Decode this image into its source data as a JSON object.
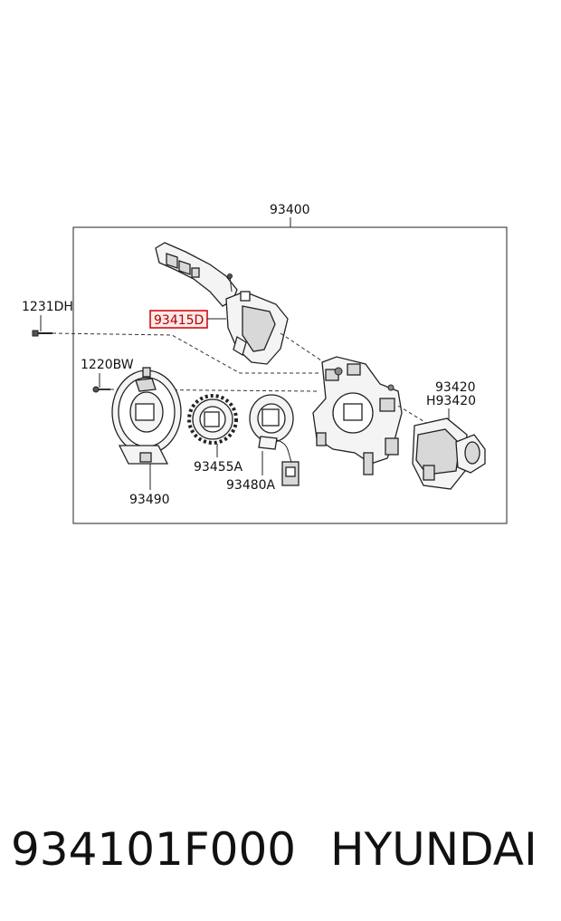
{
  "diagram": {
    "labels": {
      "assembly": "93400",
      "bolt_1231": "1231DH",
      "highlighted": "93415D",
      "screw_1220": "1220BW",
      "switch_right_a": "93420",
      "switch_right_b": "H93420",
      "clock_spring": "93490",
      "ring_93455": "93455A",
      "sensor_93480": "93480A"
    },
    "highlight_color": "#cc0000"
  },
  "footer": {
    "part_number": "934101F000",
    "brand": "HYUNDAI"
  }
}
